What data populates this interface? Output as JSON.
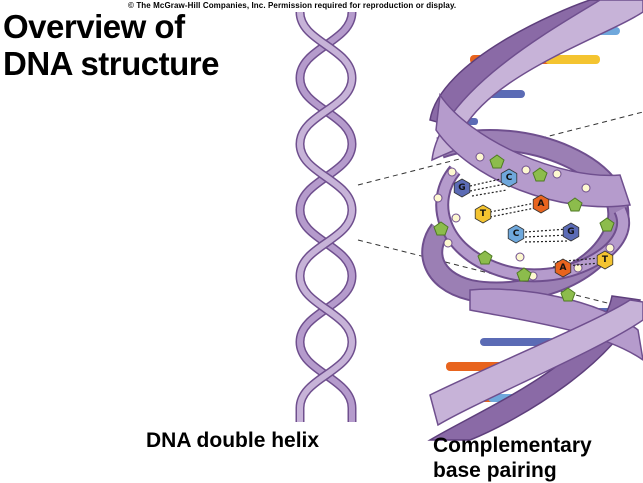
{
  "copyright": "© The McGraw-Hill Companies, Inc. Permission required for reproduction or display.",
  "title_line1": "Overview of",
  "title_line2": "DNA structure",
  "label_double_helix": "DNA double helix",
  "label_pairing_line1": "Complementary",
  "label_pairing_line2": "base pairing",
  "bases": [
    {
      "letter": "G",
      "color": "#5b6bb5"
    },
    {
      "letter": "C",
      "color": "#6fa8dc"
    },
    {
      "letter": "T",
      "color": "#f4c430"
    },
    {
      "letter": "A",
      "color": "#e8641e"
    },
    {
      "letter": "C",
      "color": "#6fa8dc"
    },
    {
      "letter": "G",
      "color": "#5b6bb5"
    },
    {
      "letter": "A",
      "color": "#e8641e"
    },
    {
      "letter": "T",
      "color": "#f4c430"
    }
  ],
  "colors": {
    "backbone": "#9b7fb4",
    "backbone_dark": "#6f4f8e",
    "backbone_light": "#c7b3d8",
    "phosphate": "#fdf8d0",
    "sugar": "#8cbc4c"
  }
}
